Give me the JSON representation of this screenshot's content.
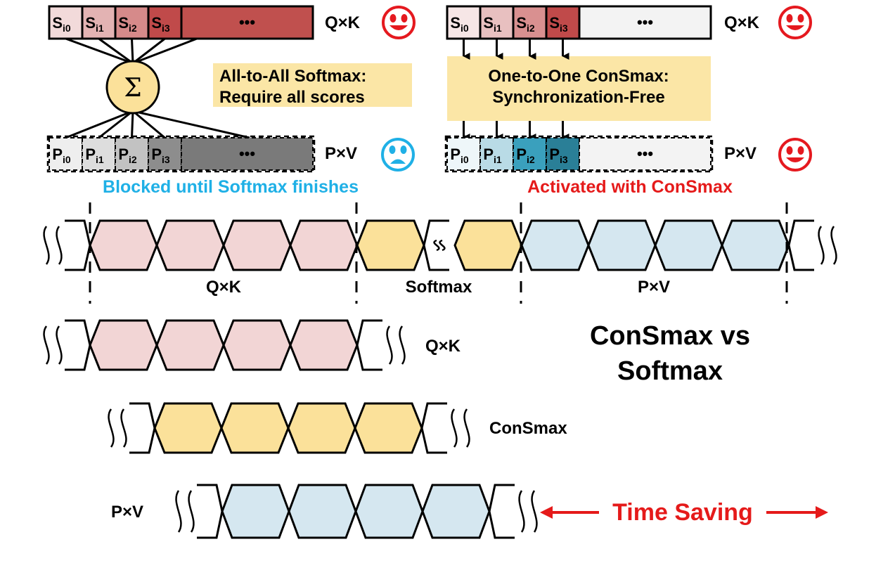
{
  "left_panel": {
    "qk_cells": [
      {
        "main": "S",
        "sub": "i0"
      },
      {
        "main": "S",
        "sub": "i1"
      },
      {
        "main": "S",
        "sub": "i2"
      },
      {
        "main": "S",
        "sub": "i3"
      }
    ],
    "qk_ellipsis": "•••",
    "qk_label": "Q×K",
    "sum_symbol": "Σ",
    "note_line1": "All-to-All Softmax:",
    "note_line2": "Require all scores",
    "pv_cells": [
      {
        "main": "P",
        "sub": "i0"
      },
      {
        "main": "P",
        "sub": "i1"
      },
      {
        "main": "P",
        "sub": "i2"
      },
      {
        "main": "P",
        "sub": "i3"
      }
    ],
    "pv_ellipsis": "•••",
    "pv_label": "P×V",
    "caption": "Blocked until Softmax finishes"
  },
  "right_panel": {
    "qk_cells": [
      {
        "main": "S",
        "sub": "i0"
      },
      {
        "main": "S",
        "sub": "i1"
      },
      {
        "main": "S",
        "sub": "i2"
      },
      {
        "main": "S",
        "sub": "i3"
      }
    ],
    "qk_ellipsis": "•••",
    "qk_label": "Q×K",
    "note_line1": "One-to-One ConSmax:",
    "note_line2": "Synchronization-Free",
    "pv_cells": [
      {
        "main": "P",
        "sub": "i0"
      },
      {
        "main": "P",
        "sub": "i1"
      },
      {
        "main": "P",
        "sub": "i2"
      },
      {
        "main": "P",
        "sub": "i3"
      }
    ],
    "pv_ellipsis": "•••",
    "pv_label": "P×V",
    "caption": "Activated with ConSmax"
  },
  "pipeline_softmax": {
    "qk_label": "Q×K",
    "softmax_label": "Softmax",
    "pv_label": "P×V"
  },
  "pipeline_consmax": {
    "qk_label": "Q×K",
    "consmax_label": "ConSmax",
    "pv_label": "P×V",
    "title_line1": "ConSmax vs",
    "title_line2": "Softmax",
    "time_saving": "Time Saving"
  },
  "colors": {
    "qk_pink": "#f2d5d5",
    "softmax_yellow": "#fbe19a",
    "pv_blue": "#d5e7f0",
    "note_bg": "#fbe6a6",
    "sum_circle": "#fbe19a",
    "caption_blue": "#1fb0e6",
    "caption_red": "#e51a1a",
    "smiley_red": "#e5191f",
    "sad_blue": "#1fb0e6",
    "s_row_left": [
      "#f2dada",
      "#e3b3b3",
      "#d68a8a",
      "#c04a4a",
      "#c0504e"
    ],
    "s_row_right": [
      "#f6e6e6",
      "#e8c0c0",
      "#d99090",
      "#c04a4a",
      "#f3f3f3"
    ],
    "p_row_left": [
      "#eeeeee",
      "#dddddd",
      "#c2c2c2",
      "#8d8d8d",
      "#7a7a7a"
    ],
    "p_row_right": [
      "#eef6f9",
      "#b9dbe6",
      "#3aa0bd",
      "#2a7f97",
      "#f3f3f3"
    ]
  },
  "icons": {
    "happy": "smiley-icon",
    "sad": "sad-face-icon",
    "squiggle": "break-squiggle-icon",
    "arrow": "arrow-icon"
  }
}
